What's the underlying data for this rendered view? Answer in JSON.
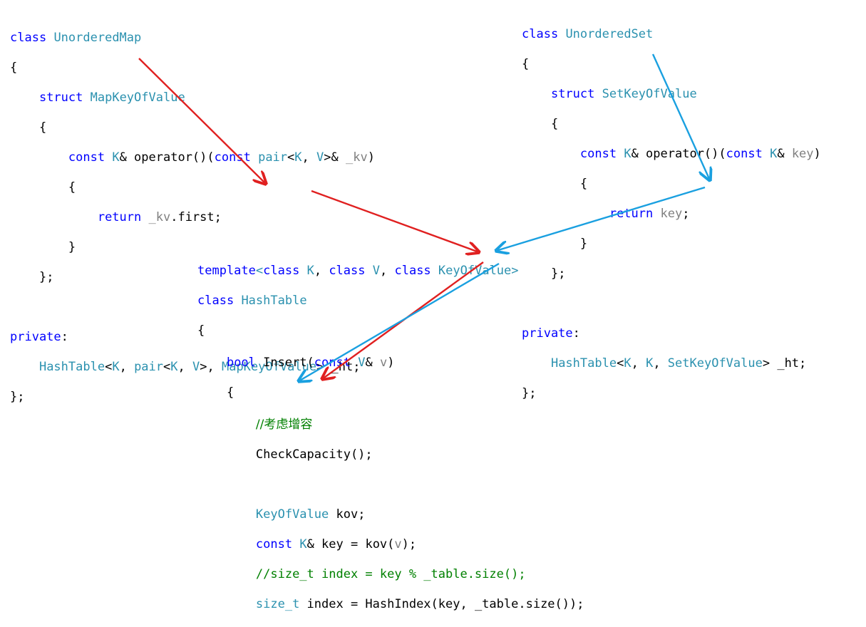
{
  "colors": {
    "keyword": "#0000ff",
    "type": "#2b91af",
    "param": "#808080",
    "comment": "#008000",
    "map_arrow": "#e02020",
    "set_arrow": "#1aa0e0"
  },
  "map": {
    "l1_kw": "class",
    "l1_name": "UnorderedMap",
    "l2": "{",
    "l3_kw": "struct",
    "l3_name": "MapKeyOfValue",
    "l4": "{",
    "l5_kw1": "const",
    "l5_t1": "K",
    "l5_t2": "& operator()(",
    "l5_kw2": "const",
    "l5_t3": "pair",
    "l5_t4": "<",
    "l5_t5": "K",
    "l5_t6": ", ",
    "l5_t7": "V",
    "l5_t8": ">& ",
    "l5_p": "_kv",
    "l5_t9": ")",
    "l6": "{",
    "l7_kw": "return",
    "l7_p": "_kv",
    "l7_t": ".first;",
    "l8": "}",
    "l9": "};",
    "l11_kw": "private",
    "l11_t": ":",
    "l12_t1": "HashTable",
    "l12_t2": "<",
    "l12_t3": "K",
    "l12_t4": ", ",
    "l12_t5": "pair",
    "l12_t6": "<",
    "l12_t7": "K",
    "l12_t8": ", ",
    "l12_t9": "V",
    "l12_t10": ">, ",
    "l12_t11": "MapKeyOfValue",
    "l12_t12": "> _ht;",
    "l13": "};"
  },
  "set": {
    "l1_kw": "class",
    "l1_name": "UnorderedSet",
    "l2": "{",
    "l3_kw": "struct",
    "l3_name": "SetKeyOfValue",
    "l4": "{",
    "l5_kw1": "const",
    "l5_t1": "K",
    "l5_t2": "& operator()(",
    "l5_kw2": "const",
    "l5_t3": "K",
    "l5_t4": "& ",
    "l5_p": "key",
    "l5_t5": ")",
    "l6": "{",
    "l7_kw": "return",
    "l7_p": "key",
    "l7_t": ";",
    "l8": "}",
    "l9": "};",
    "l11_kw": "private",
    "l11_t": ":",
    "l12_t1": "HashTable",
    "l12_t2": "<",
    "l12_t3": "K",
    "l12_t4": ", ",
    "l12_t5": "K",
    "l12_t6": ", ",
    "l12_t7": "SetKeyOfValue",
    "l12_t8": "> _ht;",
    "l13": "};"
  },
  "hash": {
    "l1_kw1": "template",
    "l1_t1": "<",
    "l1_kw2": "class",
    "l1_n1": "K",
    "l1_t2": ", ",
    "l1_kw3": "class",
    "l1_n2": "V",
    "l1_t3": ", ",
    "l1_kw4": "class",
    "l1_n3": "KeyOfValue",
    "l1_t4": ">",
    "l2_kw": "class",
    "l2_name": "HashTable",
    "l3": "{",
    "l4_kw1": "bool",
    "l4_t1": " Insert(",
    "l4_kw2": "const",
    "l4_t2": "V",
    "l4_t3": "& ",
    "l4_p": "v",
    "l4_t4": ")",
    "l5": "{",
    "l6_cm": "//考虑增容",
    "l7": "CheckCapacity();",
    "l9_t1": "KeyOfValue",
    "l9_t2": " kov;",
    "l10_kw": "const",
    "l10_t1": "K",
    "l10_t2": "& key = kov(",
    "l10_p": "v",
    "l10_t3": ");",
    "l11_cm": "//size_t index = key % _table.size();",
    "l12_t1": "size_t",
    "l12_t2": " index = HashIndex(key, _table.size());"
  }
}
